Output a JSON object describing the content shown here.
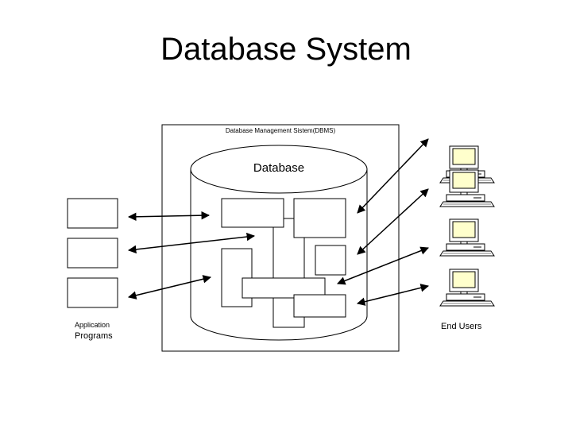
{
  "title": "Database System",
  "dbms_label": "Database Management Sistem(DBMS)",
  "database_label": "Database",
  "application_label_line1": "Application",
  "application_label_line2": "Programs",
  "end_users_label": "End Users",
  "colors": {
    "stroke": "#000000",
    "background": "#ffffff",
    "monitor_screen": "#ffffcc"
  },
  "icons": [
    "computer-terminal-icon",
    "computer-terminal-icon",
    "computer-terminal-icon",
    "computer-terminal-icon"
  ]
}
